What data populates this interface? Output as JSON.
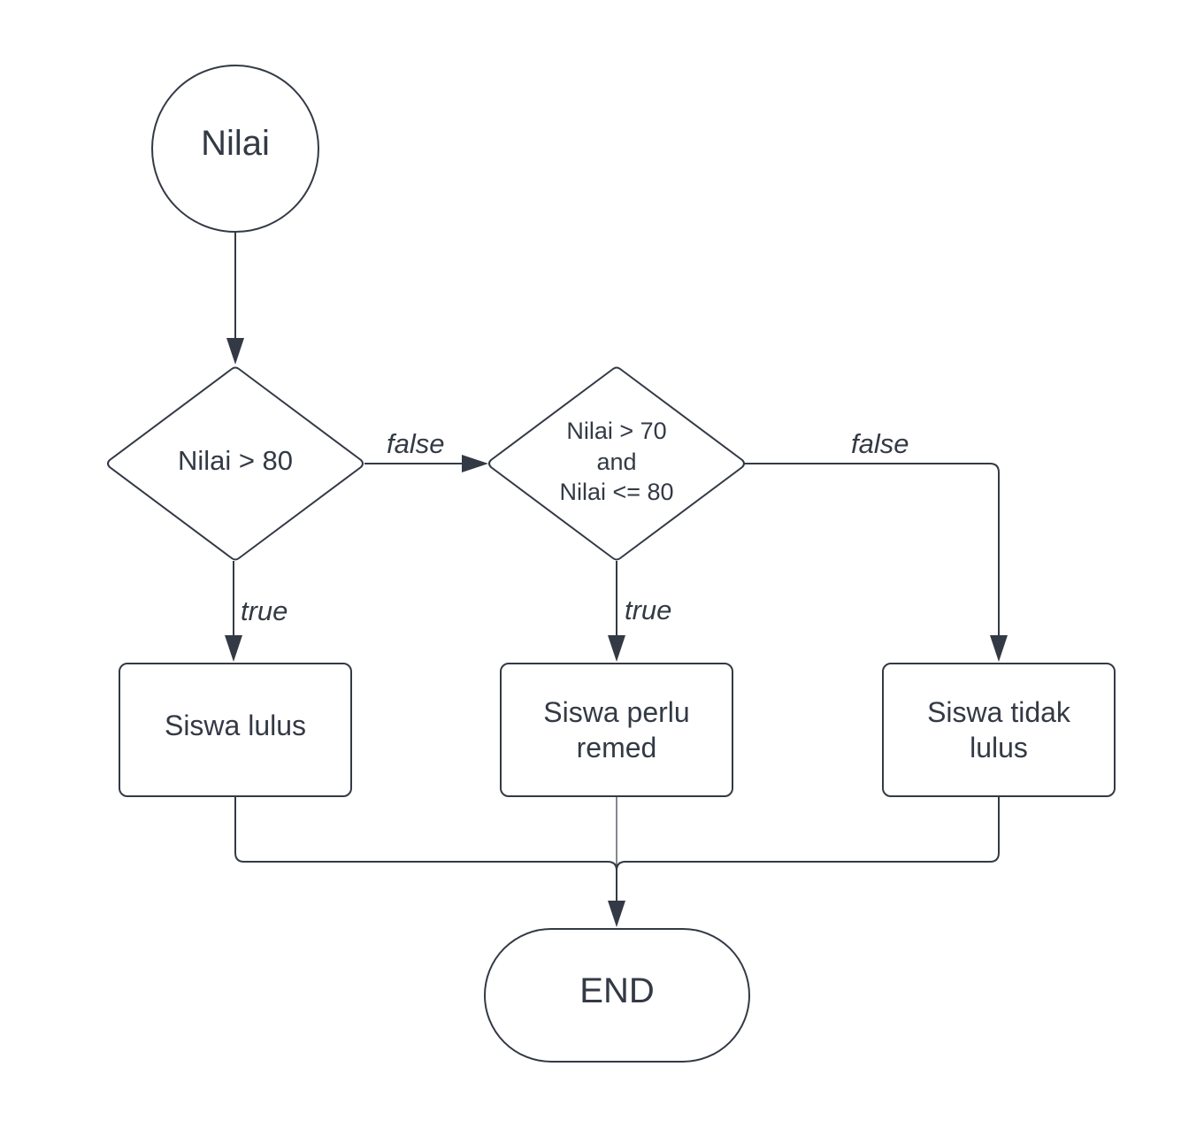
{
  "nodes": {
    "start": {
      "text": "Nilai"
    },
    "decision1": {
      "text": "Nilai > 80"
    },
    "decision2": {
      "line1": "Nilai > 70",
      "line2": "and",
      "line3": "Nilai <= 80"
    },
    "process_pass": {
      "text": "Siswa lulus"
    },
    "process_remed": {
      "line1": "Siswa perlu",
      "line2": "remed"
    },
    "process_fail": {
      "line1": "Siswa tidak",
      "line2": "lulus"
    },
    "end": {
      "text": "END"
    }
  },
  "edges": {
    "d1_false": "false",
    "d1_true": "true",
    "d2_true": "true",
    "d2_false": "false"
  },
  "colors": {
    "stroke": "#333a45",
    "fill": "#ffffff"
  }
}
